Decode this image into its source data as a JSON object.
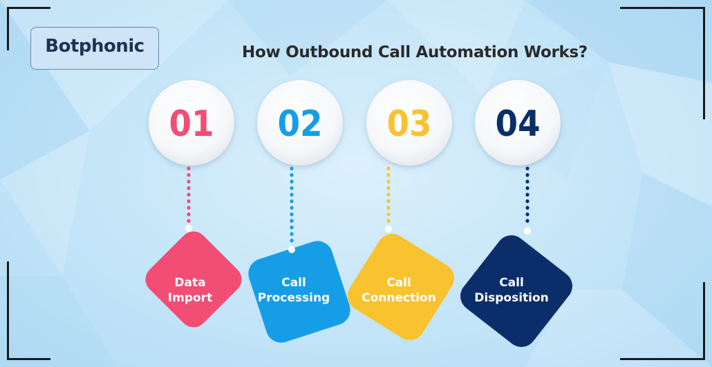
{
  "logo": {
    "text": "Botphonic"
  },
  "title": "How Outbound Call Automation Works?",
  "steps": [
    {
      "number": "01",
      "label_line1": "Data",
      "label_line2": "Import",
      "color": "#f24d74"
    },
    {
      "number": "02",
      "label_line1": "Call",
      "label_line2": "Processing",
      "color": "#159ee6"
    },
    {
      "number": "03",
      "label_line1": "Call",
      "label_line2": "Connection",
      "color": "#f9c22f"
    },
    {
      "number": "04",
      "label_line1": "Call",
      "label_line2": "Disposition",
      "color": "#0b2e6b"
    }
  ]
}
